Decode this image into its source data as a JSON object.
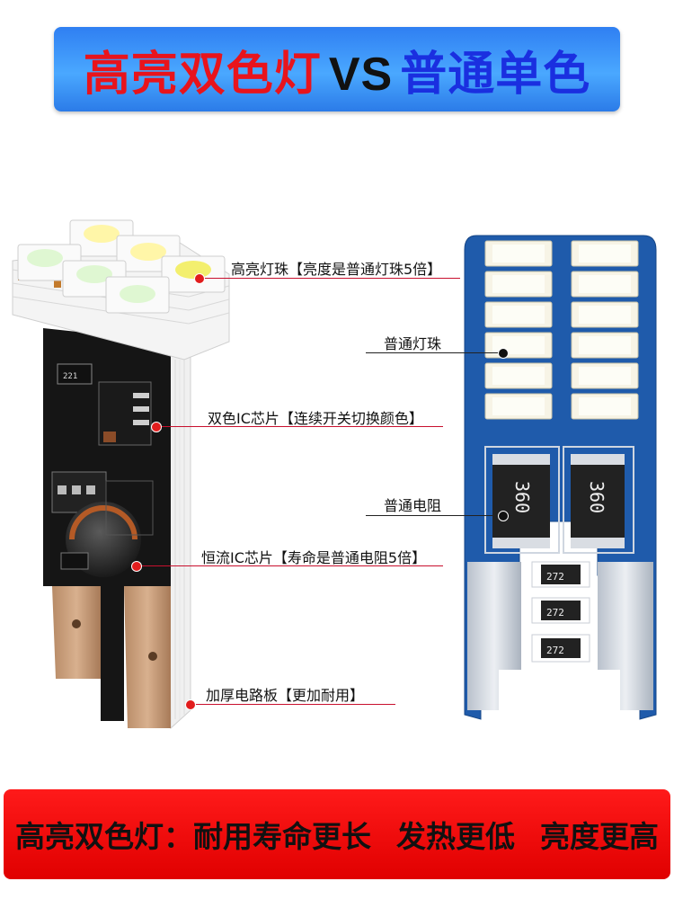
{
  "title": {
    "part_red": "高亮双色灯",
    "part_vs": "VS",
    "part_blue": "普通单色"
  },
  "left_callouts": {
    "led_beads": "高亮灯珠【亮度是普通灯珠5倍】",
    "ic_chip": "双色IC芯片【连续开关切换颜色】",
    "constant_current": "恒流IC芯片【寿命是普通电阻5倍】",
    "thick_pcb": "加厚电路板【更加耐用】"
  },
  "right_callouts": {
    "normal_beads": "普通灯珠",
    "normal_resistor": "普通电阻"
  },
  "component_marks": {
    "left_resistor": "221",
    "resistor_360": "360",
    "resistor_272": "272"
  },
  "bottom": {
    "lead": "高亮双色灯：耐用寿命更长",
    "heat": "发热更低",
    "bright": "亮度更高"
  },
  "colors": {
    "banner_blue": "#3a92f8",
    "title_red": "#e8141c",
    "title_blue": "#1a2fe0",
    "bottom_red": "#f00a0a",
    "pcb_blue": "#1f5bab"
  }
}
